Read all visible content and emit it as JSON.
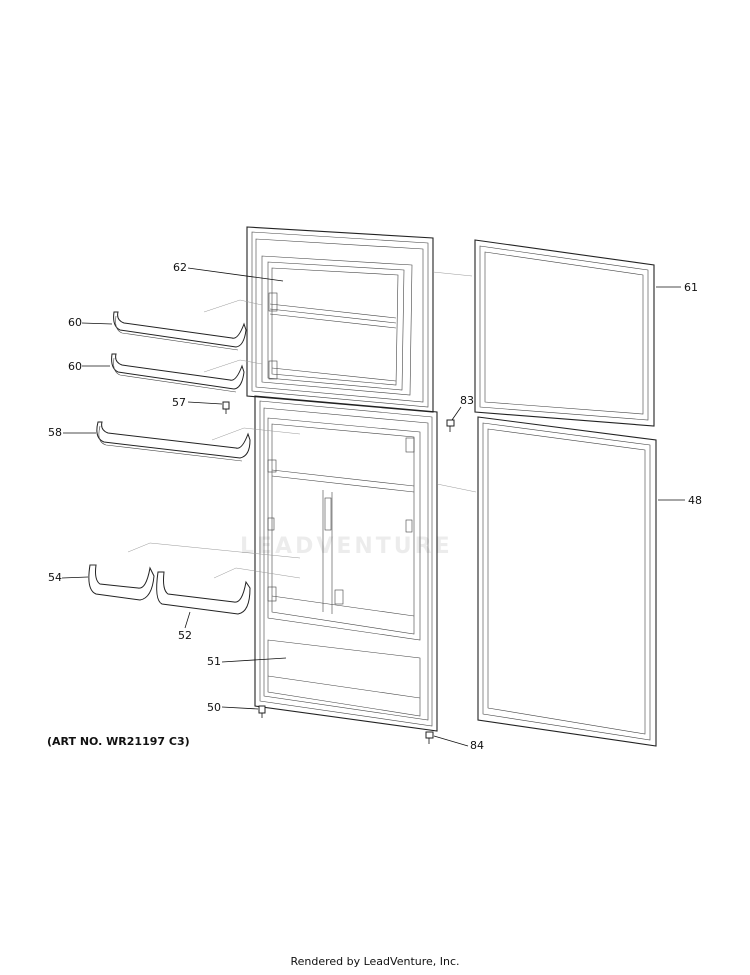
{
  "callouts": {
    "c61": "61",
    "c62": "62",
    "c60a": "60",
    "c60b": "60",
    "c57": "57",
    "c83": "83",
    "c58": "58",
    "c48": "48",
    "c54": "54",
    "c52": "52",
    "c51": "51",
    "c50": "50",
    "c84": "84"
  },
  "art_number": "(ART NO. WR21197 C3)",
  "footer": "Rendered by LeadVenture, Inc.",
  "watermark": "LEADVENTURE"
}
